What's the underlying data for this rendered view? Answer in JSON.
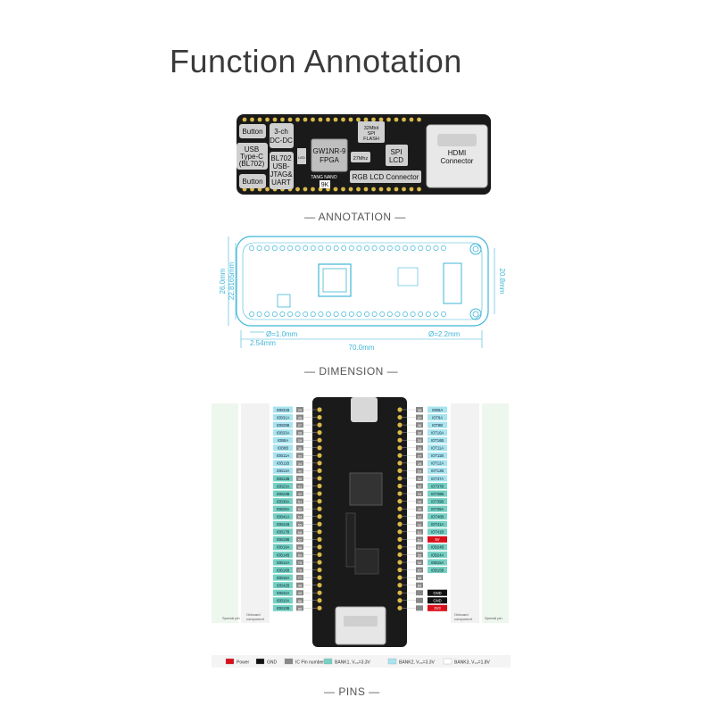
{
  "title": "Function Annotation",
  "captions": {
    "annotation": "— ANNOTATION —",
    "dimension": "— DIMENSION —",
    "pins": "— PINS —"
  },
  "board_annotation": {
    "button_top": "Button",
    "button_bottom": "Button",
    "usb": [
      "USB",
      "Type-C",
      "(BL702)"
    ],
    "dcdc": [
      "3-ch",
      "DC-DC"
    ],
    "bl702": [
      "BL702",
      "USB-",
      "JTAG&",
      "UART"
    ],
    "led": "LED",
    "fpga": [
      "GW1NR-9",
      "FPGA"
    ],
    "flash": [
      "32Mbit",
      "SPI",
      "FLASH"
    ],
    "xtal": "27Mhz",
    "spi_lcd": [
      "SPI",
      "LCD"
    ],
    "hdmi": [
      "HDMI",
      "Connector"
    ],
    "rgb_lcd": "RGB LCD Connector",
    "silk": [
      "TANG NANO",
      "9K"
    ]
  },
  "dimensions": {
    "height": "26.0mm",
    "inner_height": "22.8165mm",
    "right_height": "20.8mm",
    "hole_small": "Ø=1.0mm",
    "hole_large": "Ø=2.2mm",
    "pitch": "2.54mm",
    "length": "70.0mm"
  },
  "pins": {
    "left_special": [
      "",
      "",
      "",
      "",
      "",
      "",
      "",
      "",
      "",
      "",
      "",
      "",
      "",
      "",
      "",
      "",
      "",
      "",
      "",
      "",
      "",
      "",
      "",
      "",
      "",
      "",
      ""
    ],
    "left_codes": [
      "IOB31B",
      "IOB31A",
      "IOB29B",
      "IOB33A",
      "IOB8A",
      "IOB8B",
      "IOB11A",
      "IOB11B",
      "IOB13A",
      "IOB13B",
      "IOB23A",
      "IOB23B",
      "IOB38A",
      "IOB29A",
      "IOB41A",
      "IOB41B",
      "IOB17B",
      "IOB19B",
      "IOB19A",
      "IOB14B",
      "IOB14A",
      "IOB16B",
      "IOB16A",
      "IOB42B",
      "IOB42A",
      "IOB10A",
      "IOB10B"
    ],
    "left_nums": [
      "25",
      "26",
      "27",
      "28",
      "29",
      "30",
      "33",
      "34",
      "40",
      "35",
      "41",
      "42",
      "51",
      "53",
      "54",
      "55",
      "56",
      "57",
      "68",
      "69",
      "75",
      "76",
      "77",
      "48",
      "49",
      "86",
      "85"
    ],
    "right_nums": [
      "38",
      "37",
      "36",
      "39",
      "25",
      "26",
      "27",
      "28",
      "29",
      "30",
      "33",
      "34",
      "40",
      "35",
      "41",
      "42",
      "51",
      "53",
      "54",
      "55",
      "56",
      "57",
      "68",
      "69",
      "GND",
      "GND",
      "3V3"
    ],
    "right_codes": [
      "IOB5A",
      "IOT8A",
      "IOT8B",
      "IOT10A",
      "IOT16B",
      "IOT11A",
      "IOT11B",
      "IOT12A",
      "IOT12B",
      "IOT37A",
      "IOT37B",
      "IOT38B",
      "IOT39B",
      "IOT39A",
      "IOT40B",
      "IOT41A",
      "IOT41B",
      "5V",
      "IOB24B",
      "IOB24A",
      "IOB15A",
      "IOB15B",
      "",
      "",
      "",
      "",
      ""
    ],
    "left_col_label": [
      "Onboard",
      "component"
    ],
    "left_special_label": "Special pin",
    "right_col_label": [
      "Onboard",
      "component"
    ],
    "right_special_label": "Special pin"
  },
  "legend": [
    {
      "label": "Power",
      "color": "#d9101a"
    },
    {
      "label": "GND",
      "color": "#111111"
    },
    {
      "label": "IC Pin number",
      "color": "#888888"
    },
    {
      "label": "BANK1, V₀₀=3.3V",
      "color": "#74d1c3"
    },
    {
      "label": "BANK2, V₀₀=3.3V",
      "color": "#a8e4f0"
    },
    {
      "label": "BANK3, V₀₀=1.8V",
      "color": "#ffffff"
    }
  ]
}
